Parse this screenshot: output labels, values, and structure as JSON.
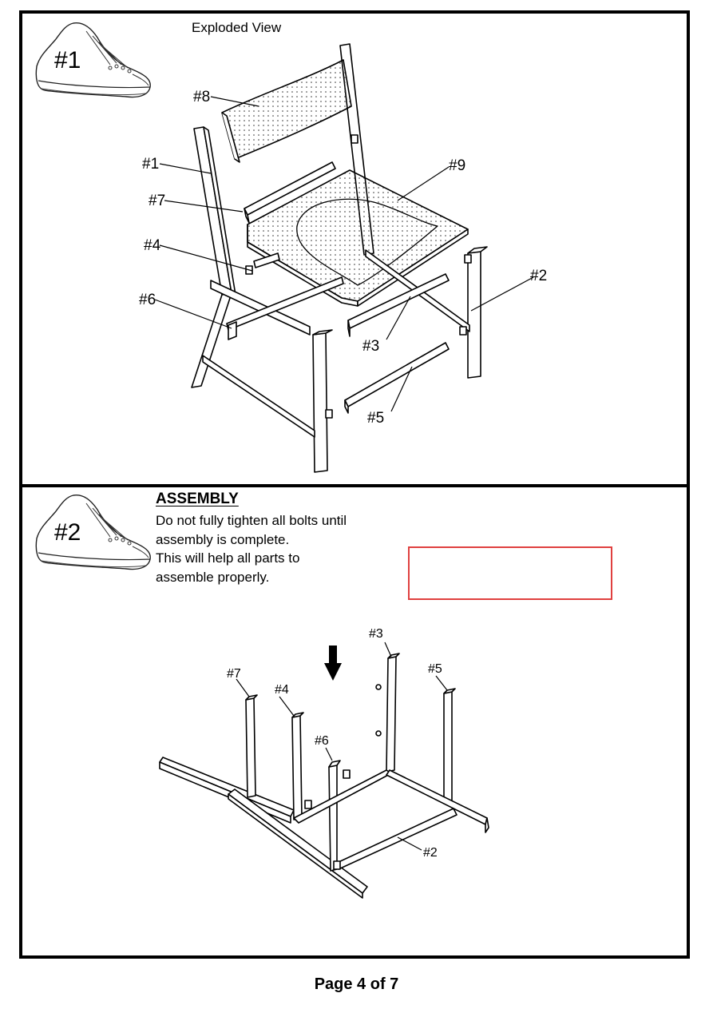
{
  "steps": [
    {
      "badge": "#1",
      "title": "Exploded View",
      "parts": [
        "#8",
        "#1",
        "#7",
        "#4",
        "#6",
        "#9",
        "#2",
        "#3",
        "#5"
      ]
    },
    {
      "badge": "#2",
      "heading": "ASSEMBLY",
      "instructions": [
        "Do not fully tighten all bolts until",
        "assembly is complete.",
        "This will help all parts to",
        "assemble properly."
      ],
      "parts": [
        "#3",
        "#7",
        "#5",
        "#4",
        "#6",
        "#2"
      ]
    }
  ],
  "icons": {
    "step_icon": "sneaker-icon",
    "direction_icon": "arrow-down-icon"
  },
  "colors": {
    "notice_border": "#e0403f"
  },
  "footer": {
    "page_label": "Page 4 of  7"
  }
}
